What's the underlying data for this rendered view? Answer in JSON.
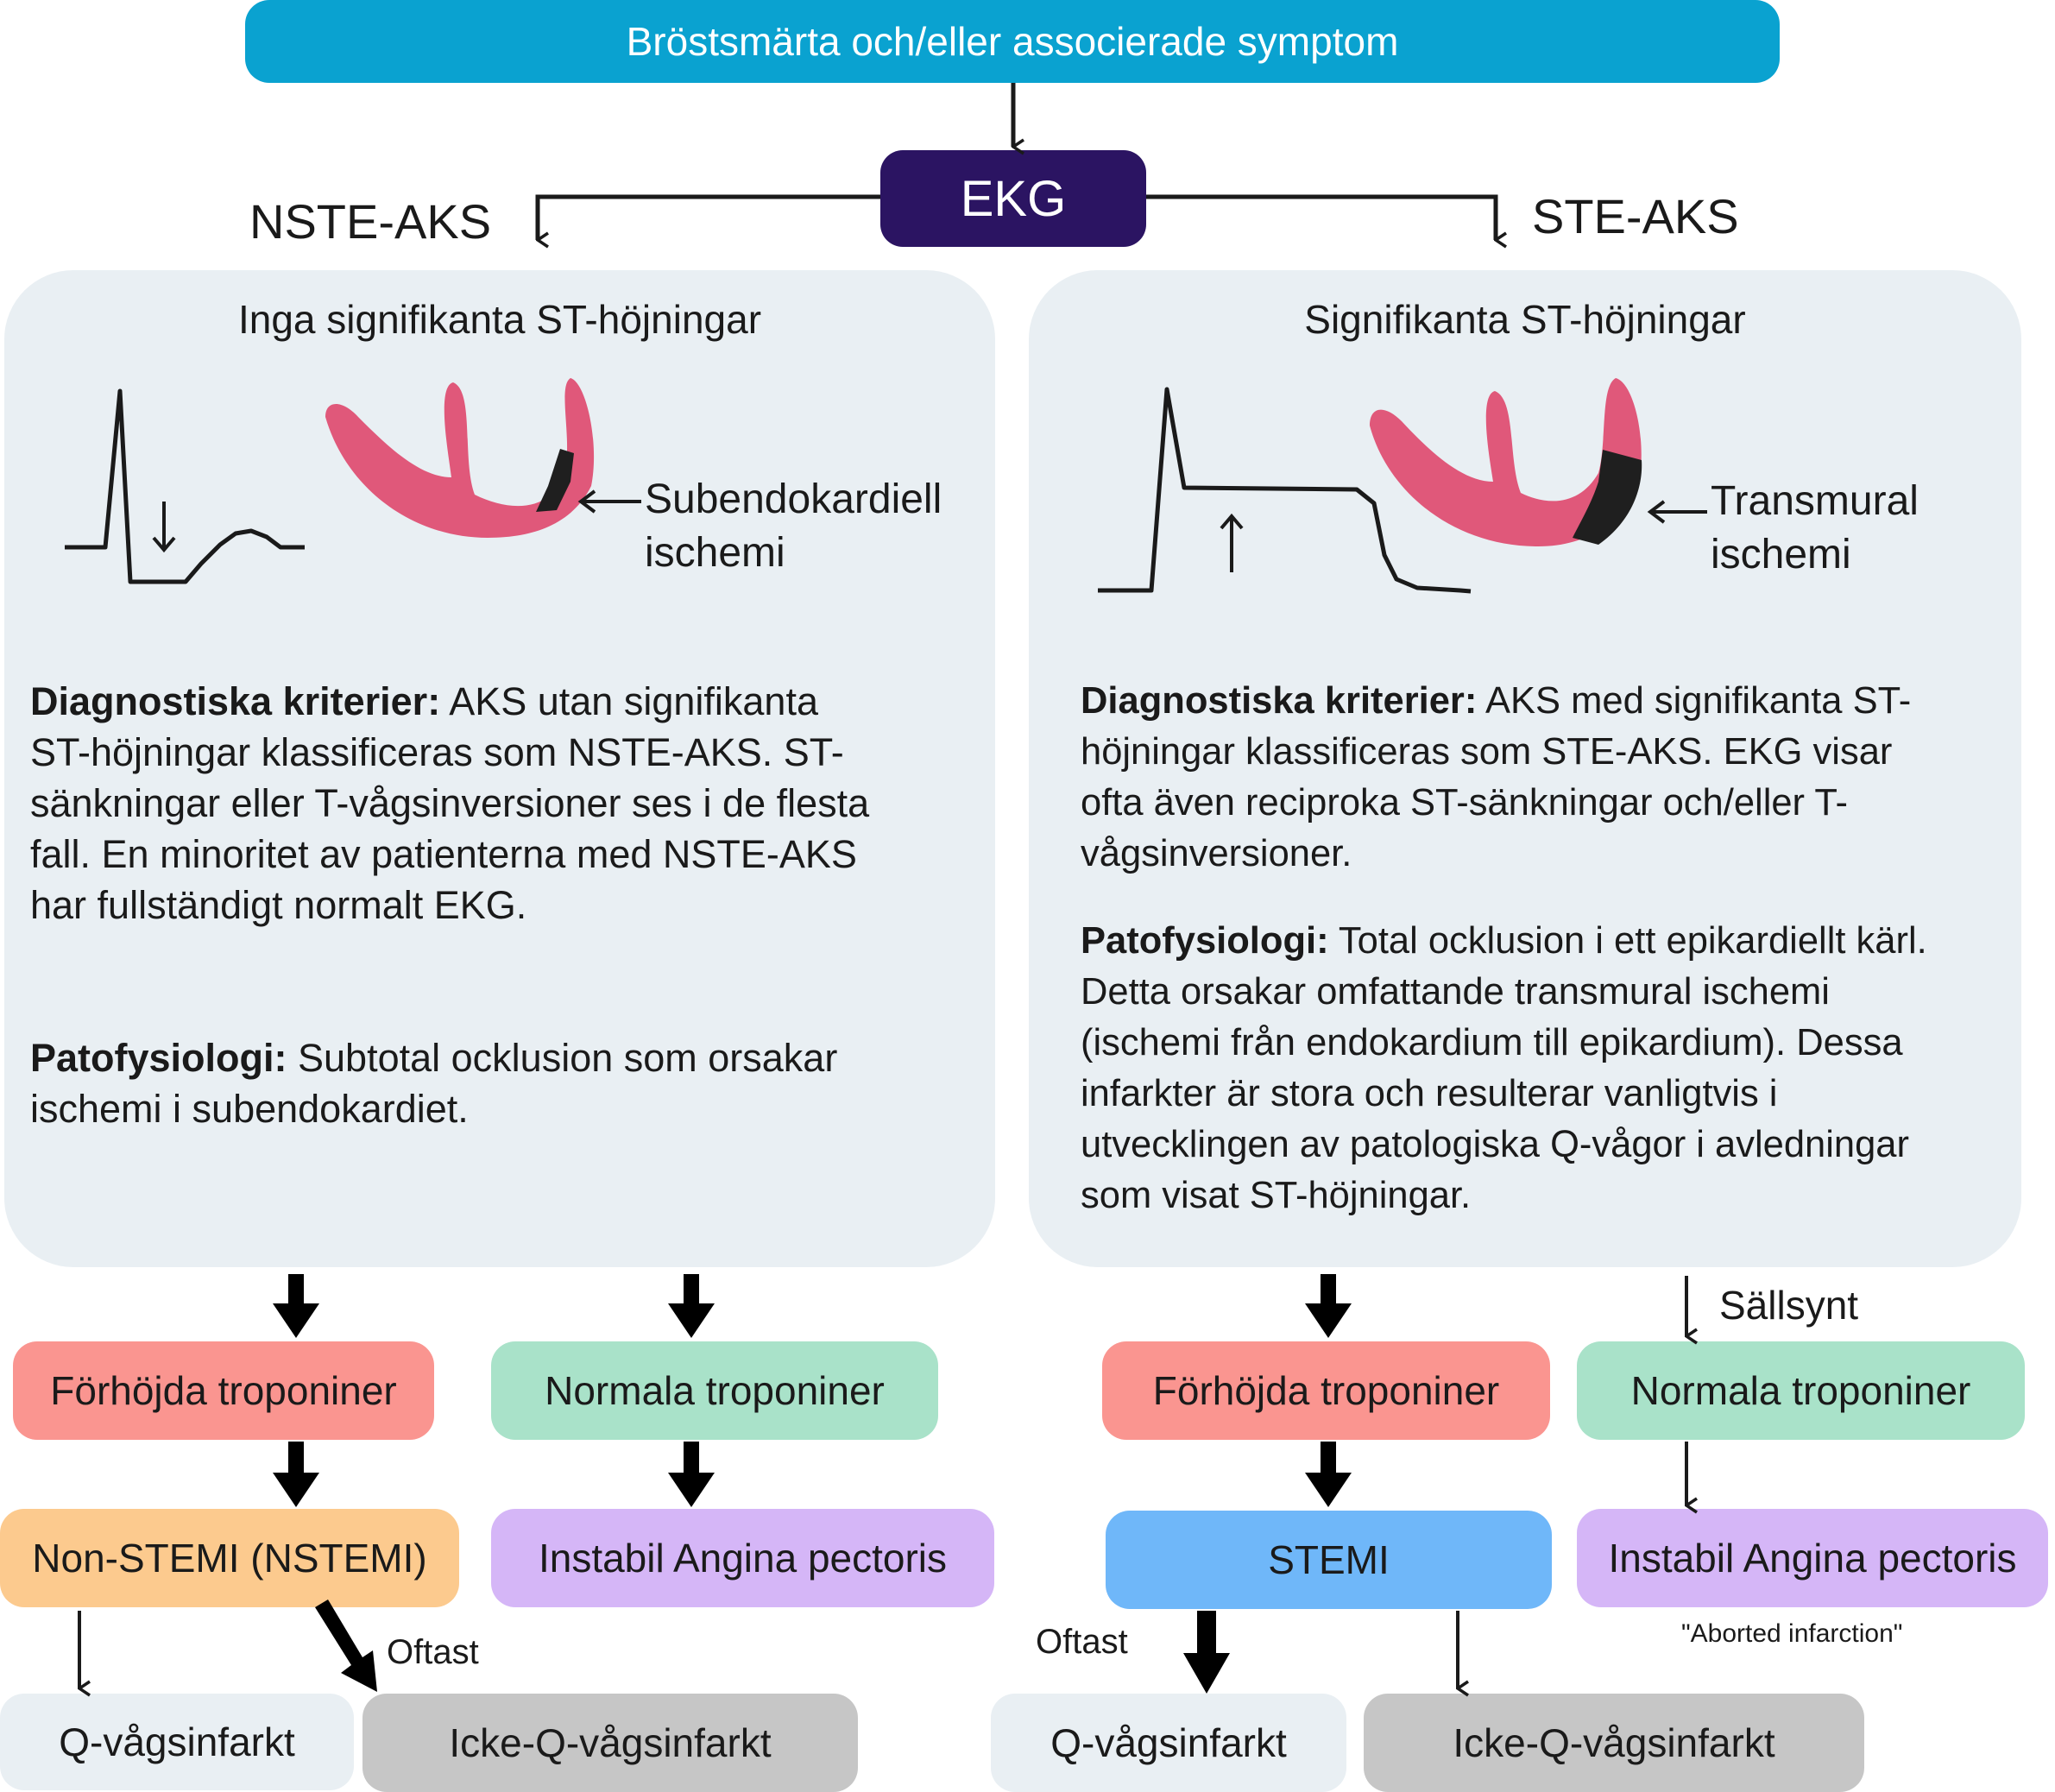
{
  "header": {
    "label": "Bröstsmärta och/eller associerade symptom"
  },
  "ekg": {
    "label": "EKG"
  },
  "branches": {
    "left": "NSTE-AKS",
    "right": "STE-AKS"
  },
  "left_panel": {
    "heading": "Inga signifikanta ST-höjningar",
    "ischemia_label_line1": "Subendokardiell",
    "ischemia_label_line2": "ischemi",
    "criteria": {
      "title": "Diagnostiska kriterier:",
      "lines": [
        " AKS utan signifikanta",
        "ST-höjningar klassificeras som NSTE-AKS. ST-",
        "sänkningar eller T-vågsinversioner ses i de flesta",
        "fall. En minoritet av patienterna med NSTE-AKS",
        "har fullständigt normalt EKG."
      ]
    },
    "pathophysiology": {
      "title": "Patofysiologi:",
      "lines": [
        " Subtotal ocklusion som orsakar",
        "ischemi i subendokardiet."
      ]
    }
  },
  "right_panel": {
    "heading": "Signifikanta ST-höjningar",
    "ischemia_label_line1": "Transmural",
    "ischemia_label_line2": "ischemi",
    "criteria": {
      "title": "Diagnostiska kriterier:",
      "lines": [
        " AKS med signifikanta ST-",
        "höjningar  klassificeras som STE-AKS. EKG visar",
        "ofta även reciproka ST-sänkningar och/eller T-",
        "vågsinversioner."
      ]
    },
    "pathophysiology": {
      "title": "Patofysiologi:",
      "lines": [
        " Total ocklusion i ett epikardiellt kärl.",
        "Detta orsakar omfattande transmural ischemi",
        "(ischemi från endokardium till epikardium). Dessa",
        "infarkter är stora och resulterar vanligtvis i",
        "utvecklingen av patologiska Q-vågor i avledningar",
        "som visat ST-höjningar."
      ]
    }
  },
  "nodes": {
    "left_elevated": "Förhöjda troponiner",
    "left_normal": "Normala troponiner",
    "nstemi": "Non-STEMI (NSTEMI)",
    "left_unstable": "Instabil Angina pectoris",
    "left_q": "Q-vågsinfarkt",
    "left_nonq": "Icke-Q-vågsinfarkt",
    "right_elevated": "Förhöjda troponiner",
    "right_normal": "Normala troponiner",
    "stemi": "STEMI",
    "right_unstable": "Instabil Angina pectoris",
    "right_q": "Q-vågsinfarkt",
    "right_nonq": "Icke-Q-vågsinfarkt"
  },
  "annotations": {
    "left_most_common": "Oftast",
    "right_most_common": "Oftast",
    "rare": "Sällsynt",
    "aborted_infarction": "\"Aborted infarction\""
  },
  "colors": {
    "header": "#0aa2d0",
    "ekg": "#2b1462",
    "panel": "#e9eff3",
    "myocardium": "#e0587a",
    "ischemia": "#1f1f1f",
    "elevated_troponin": "#fa9590",
    "normal_troponin": "#a9e2c9",
    "nstemi": "#fcca8e",
    "unstable_angina": "#d5b6f7",
    "stemi": "#6fb7f9",
    "non_q_infarct": "#c6c6c6",
    "q_infarct": "#e9eff3"
  }
}
